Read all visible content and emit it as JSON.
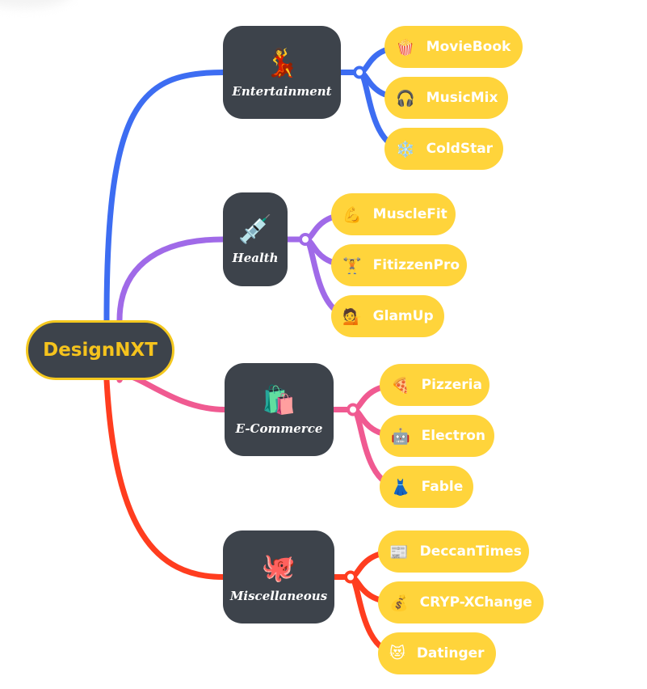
{
  "root": {
    "label": "DesignNXT",
    "text_color": "#f5c31d",
    "border_color": "#f4c81f"
  },
  "node_color": "#3d434b",
  "leaf_color": "#ffd43b",
  "categories": [
    {
      "label": "Entertainment",
      "icon": "dancer-icon",
      "glyph": "💃",
      "color": "#3d6df2",
      "items": [
        {
          "label": "MovieBook",
          "icon": "popcorn-icon",
          "glyph": "🍿"
        },
        {
          "label": "MusicMix",
          "icon": "headphones-icon",
          "glyph": "🎧"
        },
        {
          "label": "ColdStar",
          "icon": "snowflake-icon",
          "glyph": "❄️"
        }
      ]
    },
    {
      "label": "Health",
      "icon": "syringe-icon",
      "glyph": "💉",
      "color": "#a06ae8",
      "items": [
        {
          "label": "MuscleFit",
          "icon": "flexed-biceps-icon",
          "glyph": "💪"
        },
        {
          "label": "FitizzenPro",
          "icon": "weightlifter-icon",
          "glyph": "🏋️"
        },
        {
          "label": "GlamUp",
          "icon": "woman-tipping-hand-icon",
          "glyph": "💁"
        }
      ]
    },
    {
      "label": "E-Commerce",
      "icon": "shopping-bags-icon",
      "glyph": "🛍️",
      "color": "#f05a91",
      "items": [
        {
          "label": "Pizzeria",
          "icon": "pizza-icon",
          "glyph": "🍕"
        },
        {
          "label": "Electron",
          "icon": "robot-icon",
          "glyph": "🤖"
        },
        {
          "label": "Fable",
          "icon": "dress-icon",
          "glyph": "👗"
        }
      ]
    },
    {
      "label": "Miscellaneous",
      "icon": "octopus-icon",
      "glyph": "🐙",
      "color": "#ff3d1f",
      "items": [
        {
          "label": "DeccanTimes",
          "icon": "newspaper-icon",
          "glyph": "📰"
        },
        {
          "label": "CRYP-XChange",
          "icon": "money-bag-icon",
          "glyph": "💰"
        },
        {
          "label": "Datinger",
          "icon": "heart-eyes-cat-icon",
          "glyph": "😻"
        }
      ]
    }
  ]
}
